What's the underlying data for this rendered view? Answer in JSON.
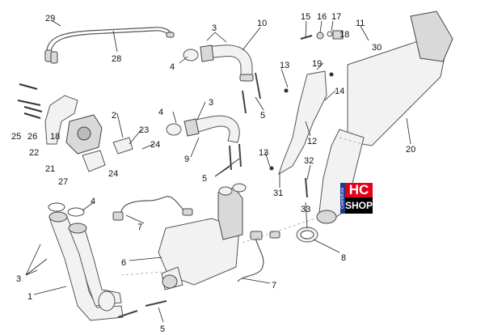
{
  "callouts": [
    {
      "id": "c29",
      "label": "29"
    },
    {
      "id": "c28",
      "label": "28"
    },
    {
      "id": "c3a",
      "label": "3"
    },
    {
      "id": "c10",
      "label": "10"
    },
    {
      "id": "c4a",
      "label": "4"
    },
    {
      "id": "c15",
      "label": "15"
    },
    {
      "id": "c16",
      "label": "16"
    },
    {
      "id": "c17",
      "label": "17"
    },
    {
      "id": "c18",
      "label": "18"
    },
    {
      "id": "c11",
      "label": "11"
    },
    {
      "id": "c30",
      "label": "30"
    },
    {
      "id": "c13a",
      "label": "13"
    },
    {
      "id": "c19",
      "label": "19"
    },
    {
      "id": "c14",
      "label": "14"
    },
    {
      "id": "c5a",
      "label": "5"
    },
    {
      "id": "c4b",
      "label": "4"
    },
    {
      "id": "c3b",
      "label": "3"
    },
    {
      "id": "c2",
      "label": "2"
    },
    {
      "id": "c23",
      "label": "23"
    },
    {
      "id": "c24a",
      "label": "24"
    },
    {
      "id": "c25",
      "label": "25"
    },
    {
      "id": "c26",
      "label": "26"
    },
    {
      "id": "c18b",
      "label": "18"
    },
    {
      "id": "c22",
      "label": "22"
    },
    {
      "id": "c21",
      "label": "21"
    },
    {
      "id": "c27",
      "label": "27"
    },
    {
      "id": "c24b",
      "label": "24"
    },
    {
      "id": "c9",
      "label": "9"
    },
    {
      "id": "c5b",
      "label": "5"
    },
    {
      "id": "c12",
      "label": "12"
    },
    {
      "id": "c20",
      "label": "20"
    },
    {
      "id": "c13b",
      "label": "13"
    },
    {
      "id": "c32",
      "label": "32"
    },
    {
      "id": "c31",
      "label": "31"
    },
    {
      "id": "c33",
      "label": "33"
    },
    {
      "id": "c4c",
      "label": "4"
    },
    {
      "id": "c7a",
      "label": "7"
    },
    {
      "id": "c8",
      "label": "8"
    },
    {
      "id": "c6",
      "label": "6"
    },
    {
      "id": "c3c",
      "label": "3"
    },
    {
      "id": "c1",
      "label": "1"
    },
    {
      "id": "c7b",
      "label": "7"
    },
    {
      "id": "c5c",
      "label": "5"
    }
  ],
  "badge": {
    "top": "HC",
    "bottom": "SHOP",
    "side": "Cosmeticos"
  }
}
